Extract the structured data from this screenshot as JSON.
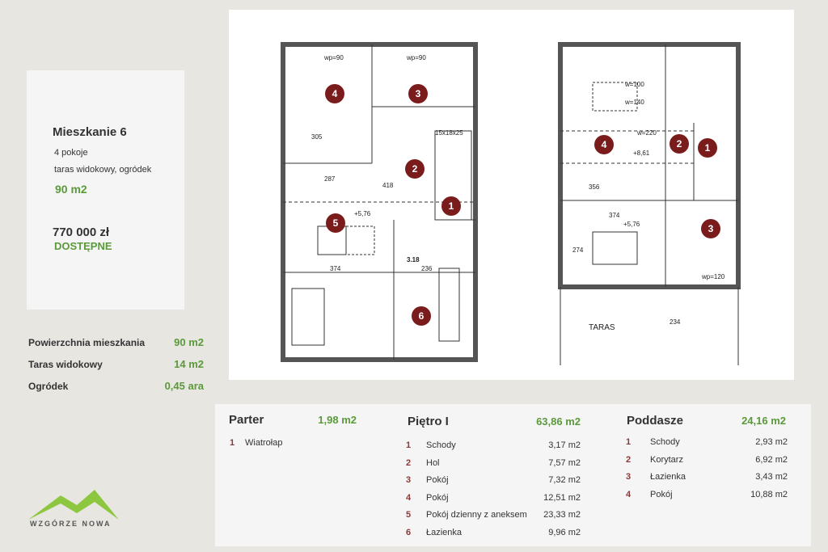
{
  "apartment": {
    "title": "Mieszkanie 6",
    "rooms": "4 pokoje",
    "features": "taras widokowy, ogródek",
    "area": "90 m2",
    "price": "770 000 zł",
    "status": "DOSTĘPNE"
  },
  "stats": [
    {
      "label": "Powierzchnia mieszkania",
      "value": "90 m2"
    },
    {
      "label": "Taras widokowy",
      "value": "14 m2"
    },
    {
      "label": "Ogródek",
      "value": "0,45 ara"
    }
  ],
  "logo": {
    "text": "WZGÓRZE NOWA",
    "color": "#8dc63f"
  },
  "colors": {
    "accent": "#5a9a3a",
    "marker": "#7a1c1c"
  },
  "plan": {
    "floor1": {
      "markers": [
        "4",
        "3",
        "2",
        "5",
        "1",
        "6"
      ],
      "labels": {
        "wp1": "wp=90",
        "wp2": "wp=90",
        "level": "+5,76",
        "height": "3.18",
        "d1": "305",
        "d2": "374",
        "d3": "236",
        "d4": "287",
        "d5": "418",
        "d6": "15x18x25"
      }
    },
    "floor2": {
      "markers": [
        "4",
        "2",
        "1",
        "3"
      ],
      "labels": {
        "level1": "+8,61",
        "level2": "+5,76",
        "terrace": "TARAS",
        "w1": "w=100",
        "w2": "w=140",
        "w3": "w=220",
        "w4": "wp=120",
        "d1": "374",
        "d2": "356",
        "d3": "234",
        "d4": "274"
      }
    }
  },
  "sections": {
    "parter": {
      "title": "Parter",
      "total": "1,98 m2",
      "rows": [
        {
          "n": "1",
          "name": "Wiatrołap",
          "area": ""
        }
      ]
    },
    "pietro": {
      "title": "Piętro I",
      "total": "63,86 m2",
      "rows": [
        {
          "n": "1",
          "name": "Schody",
          "area": "3,17 m2"
        },
        {
          "n": "2",
          "name": "Hol",
          "area": "7,57 m2"
        },
        {
          "n": "3",
          "name": "Pokój",
          "area": "7,32 m2"
        },
        {
          "n": "4",
          "name": "Pokój",
          "area": "12,51 m2"
        },
        {
          "n": "5",
          "name": "Pokój dzienny z aneksem",
          "area": "23,33 m2"
        },
        {
          "n": "6",
          "name": "Łazienka",
          "area": "9,96 m2"
        }
      ]
    },
    "poddasze": {
      "title": "Poddasze",
      "total": "24,16 m2",
      "rows": [
        {
          "n": "1",
          "name": "Schody",
          "area": "2,93 m2"
        },
        {
          "n": "2",
          "name": "Korytarz",
          "area": "6,92 m2"
        },
        {
          "n": "3",
          "name": "Łazienka",
          "area": "3,43 m2"
        },
        {
          "n": "4",
          "name": "Pokój",
          "area": "10,88 m2"
        }
      ]
    }
  }
}
